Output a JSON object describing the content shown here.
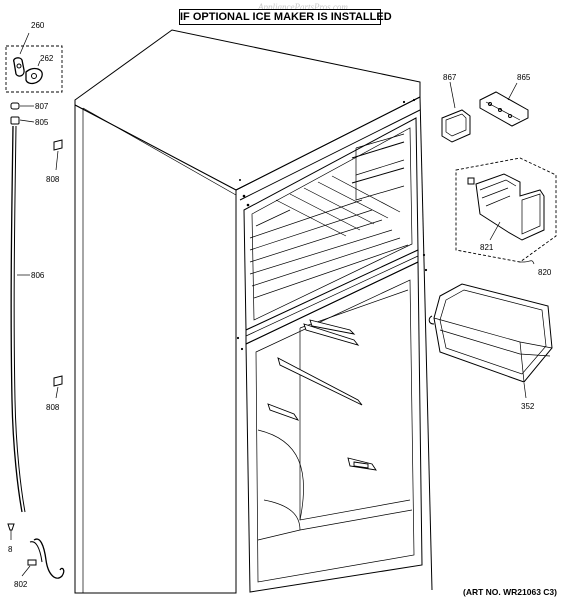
{
  "header": {
    "title": "IF OPTIONAL ICE MAKER IS INSTALLED",
    "watermark": "AppliancePartsPros.com"
  },
  "footer": {
    "art_number": "(ART NO. WR21063 C3)"
  },
  "callouts": {
    "p260": "260",
    "p262": "262",
    "p807": "807",
    "p805": "805",
    "p808a": "808",
    "p806": "806",
    "p808b": "808",
    "p8": "8",
    "p802": "802",
    "p867": "867",
    "p865": "865",
    "p821": "821",
    "p820": "820",
    "p352": "352"
  }
}
